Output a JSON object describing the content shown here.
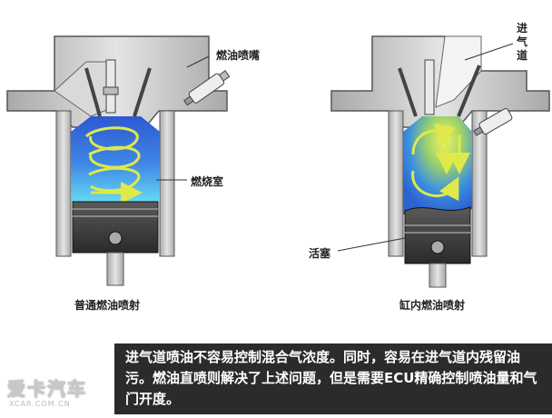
{
  "labels": {
    "injector_left": "燃油喷嘴",
    "chamber": "燃烧室",
    "title_left": "普通燃油喷射",
    "intake": "进气道",
    "piston": "活塞",
    "title_right": "缸内燃油喷射"
  },
  "caption": {
    "text": "进气道喷油不容易控制混合气浓度。同时，容易在进气道内残留油污。燃油直喷则解决了上述问题，但是需要ECU精确控制喷油量和气门开度。"
  },
  "watermark": {
    "logo": "爱卡汽车",
    "url": "XCAR.COM.CN"
  },
  "colors": {
    "metal": "#c9c9c9",
    "metal_dark": "#8a8a8a",
    "chamber_blue": "#2f6fd6",
    "chamber_cyan": "#5fd0f0",
    "mixture_yellow": "#e8f05a",
    "flow_arrow": "#d8e84a",
    "piston": "#3a3a3a",
    "caption_bg": "#2b2b2b"
  }
}
